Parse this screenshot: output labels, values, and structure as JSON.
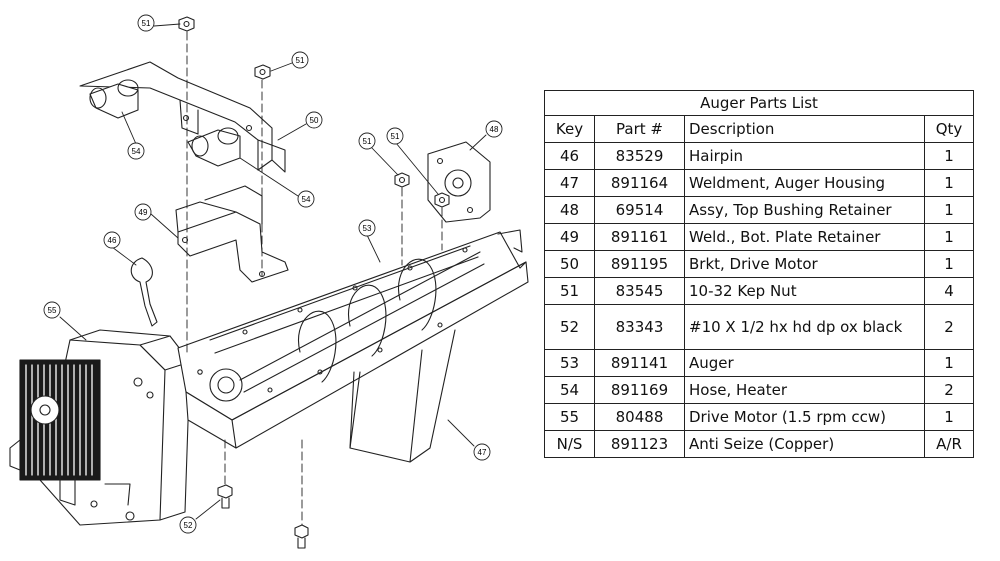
{
  "diagram": {
    "callouts": [
      "51",
      "51",
      "50",
      "54",
      "54",
      "49",
      "46",
      "55",
      "52",
      "51",
      "51",
      "48",
      "53",
      "47"
    ]
  },
  "table": {
    "title": "Auger Parts List",
    "headers": [
      "Key",
      "Part #",
      "Description",
      "Qty"
    ],
    "rows": [
      {
        "key": "46",
        "part": "83529",
        "desc": "Hairpin",
        "qty": "1"
      },
      {
        "key": "47",
        "part": "891164",
        "desc": "Weldment, Auger Housing",
        "qty": "1"
      },
      {
        "key": "48",
        "part": "69514",
        "desc": "Assy, Top Bushing Retainer",
        "qty": "1"
      },
      {
        "key": "49",
        "part": "891161",
        "desc": "Weld., Bot. Plate Retainer",
        "qty": "1"
      },
      {
        "key": "50",
        "part": "891195",
        "desc": "Brkt, Drive Motor",
        "qty": "1"
      },
      {
        "key": "51",
        "part": "83545",
        "desc": "10-32 Kep Nut",
        "qty": "4"
      },
      {
        "key": "52",
        "part": "83343",
        "desc": "#10 X 1/2 hx hd dp ox black",
        "qty": "2"
      },
      {
        "key": "53",
        "part": "891141",
        "desc": "Auger",
        "qty": "1"
      },
      {
        "key": "54",
        "part": "891169",
        "desc": "Hose, Heater",
        "qty": "2"
      },
      {
        "key": "55",
        "part": "80488",
        "desc": "Drive Motor (1.5 rpm ccw)",
        "qty": "1"
      },
      {
        "key": "N/S",
        "part": "891123",
        "desc": "Anti Seize (Copper)",
        "qty": "A/R"
      }
    ]
  }
}
